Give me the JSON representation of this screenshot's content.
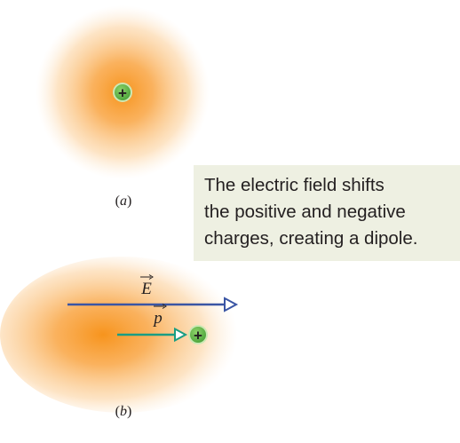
{
  "panels": {
    "a": {
      "letter": "a"
    },
    "b": {
      "letter": "b"
    }
  },
  "charges": {
    "positive_sign": "+"
  },
  "vectors": {
    "field_symbol": "E",
    "dipole_symbol": "p"
  },
  "callout": {
    "lines": [
      "The electric field shifts",
      "the positive and negative",
      "charges, creating a dipole."
    ]
  },
  "colors": {
    "cloud_core": "#f7941d",
    "field_arrow": "#3a55a4",
    "dipole_arrow": "#1a9d83",
    "charge_fill": "#6cc04a",
    "charge_ring": "#cde8b5",
    "callout_bg": "#eef0e2"
  }
}
